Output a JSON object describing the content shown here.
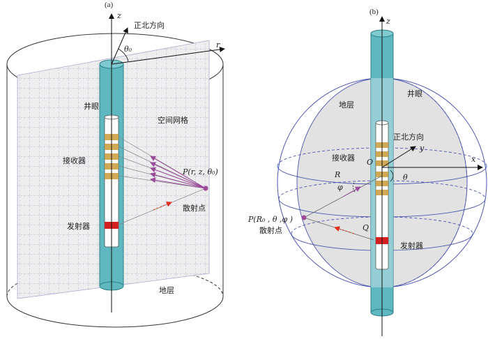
{
  "panel_a": {
    "tag": "(a)",
    "axis_z": "z",
    "axis_r": "r",
    "angle_theta0": "θ₀",
    "north_dir": "正北方向",
    "borehole": "井眼",
    "spatial_grid": "空间网格",
    "receiver": "接收器",
    "transmitter": "发射器",
    "formation": "地层",
    "point_label": "P(r, z, θ₀)",
    "scatter_point": "散射点"
  },
  "panel_b": {
    "tag": "(b)",
    "axis_z": "z",
    "axis_x": "x",
    "axis_y": "y",
    "formation": "地层",
    "borehole": "井眼",
    "north_dir": "正北方向",
    "receiver": "接收器",
    "transmitter": "发射器",
    "origin_O": "O",
    "origin_Q": "Q",
    "radius_R": "R",
    "angle_phi": "φ",
    "angle_theta": "θ",
    "point_label": "P(R₀ , θ ,φ )",
    "scatter_point": "散射点"
  },
  "colors": {
    "borehole_fill": "#5fb8c0",
    "borehole_stroke": "#2a7f88",
    "grid_fill": "#eeeeee",
    "grid_line": "#9aa0c8",
    "sphere_fill": "#e2e2e2",
    "sphere_stroke": "#4a55b0",
    "receiver_ring": "#c89a3a",
    "transmitter_red": "#d42020",
    "ray_purple": "#9a4a9a",
    "ray_red": "#e03020",
    "point": "#a04a9a"
  }
}
